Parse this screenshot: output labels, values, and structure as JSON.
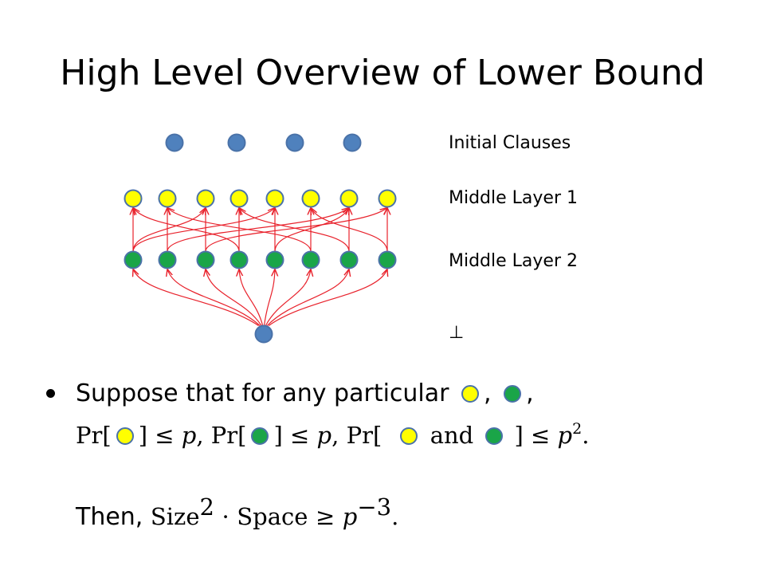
{
  "slide": {
    "title": "High Level Overview of Lower Bound"
  },
  "diagram": {
    "labels": {
      "initial": "Initial  Clauses",
      "middle1": "Middle Layer 1",
      "middle2": "Middle Layer 2",
      "bottom": "⊥"
    },
    "colors": {
      "blue_node": "#4f81bd",
      "yellow_node": "#ffff00",
      "green_node": "#1aa548",
      "node_border": "#4a72a8",
      "edge": "#e8212b"
    },
    "layers": {
      "initial_count": 4,
      "middle1_count": 8,
      "middle2_count": 8,
      "bottom_count": 1
    }
  },
  "bullet": {
    "line1_prefix": "Suppose that for any particular",
    "comma1": ",",
    "comma2": ",",
    "pr": "Pr[",
    "close_le": "] ≤",
    "p": "p",
    "comma_sep": ",",
    "and_word": "and",
    "p2_base": "p",
    "p2_exp": "2",
    "period": ".",
    "then_word": "Then,",
    "size_word": "Size",
    "size_exp": "2",
    "cdot": "·",
    "space_word": "Space",
    "ge": "≥",
    "pm3_base": "p",
    "pm3_exp": "−3",
    "final_period": "."
  }
}
